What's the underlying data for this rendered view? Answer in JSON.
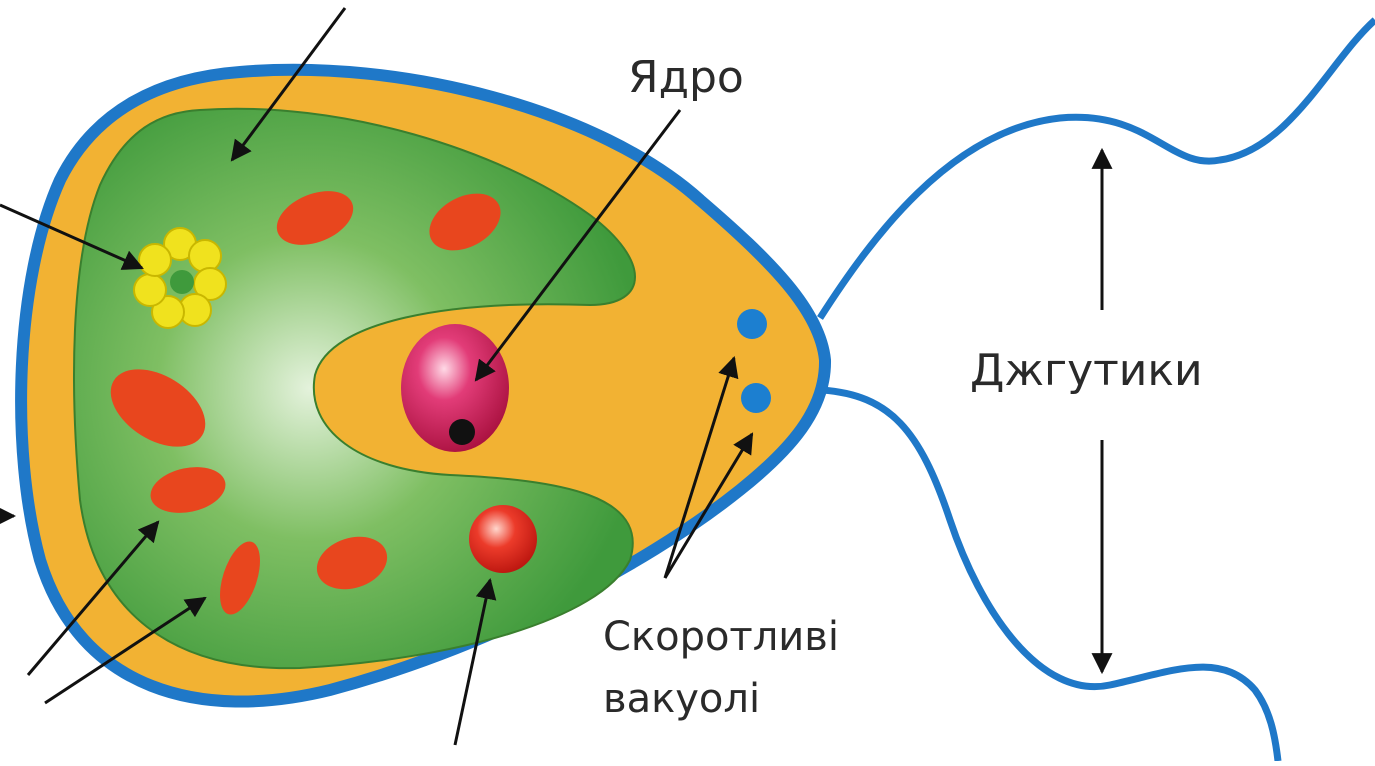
{
  "labels": {
    "nucleus": "Ядро",
    "flagella": "Джгутики",
    "contractile_vacuoles_line1": "Скоротливі",
    "contractile_vacuoles_line2": "вакуолі"
  },
  "colors": {
    "membrane": "#1f78c8",
    "cytoplasm": "#f2b233",
    "chromatophore": "#3f9a3c",
    "chromatophore_light": "#d9eed0",
    "chloroplast_bodies": "#e8461e",
    "nucleus": "#c8174e",
    "eyespot": "#f0e21e",
    "vacuole": "#1c7fd0",
    "arrow": "#111111"
  }
}
